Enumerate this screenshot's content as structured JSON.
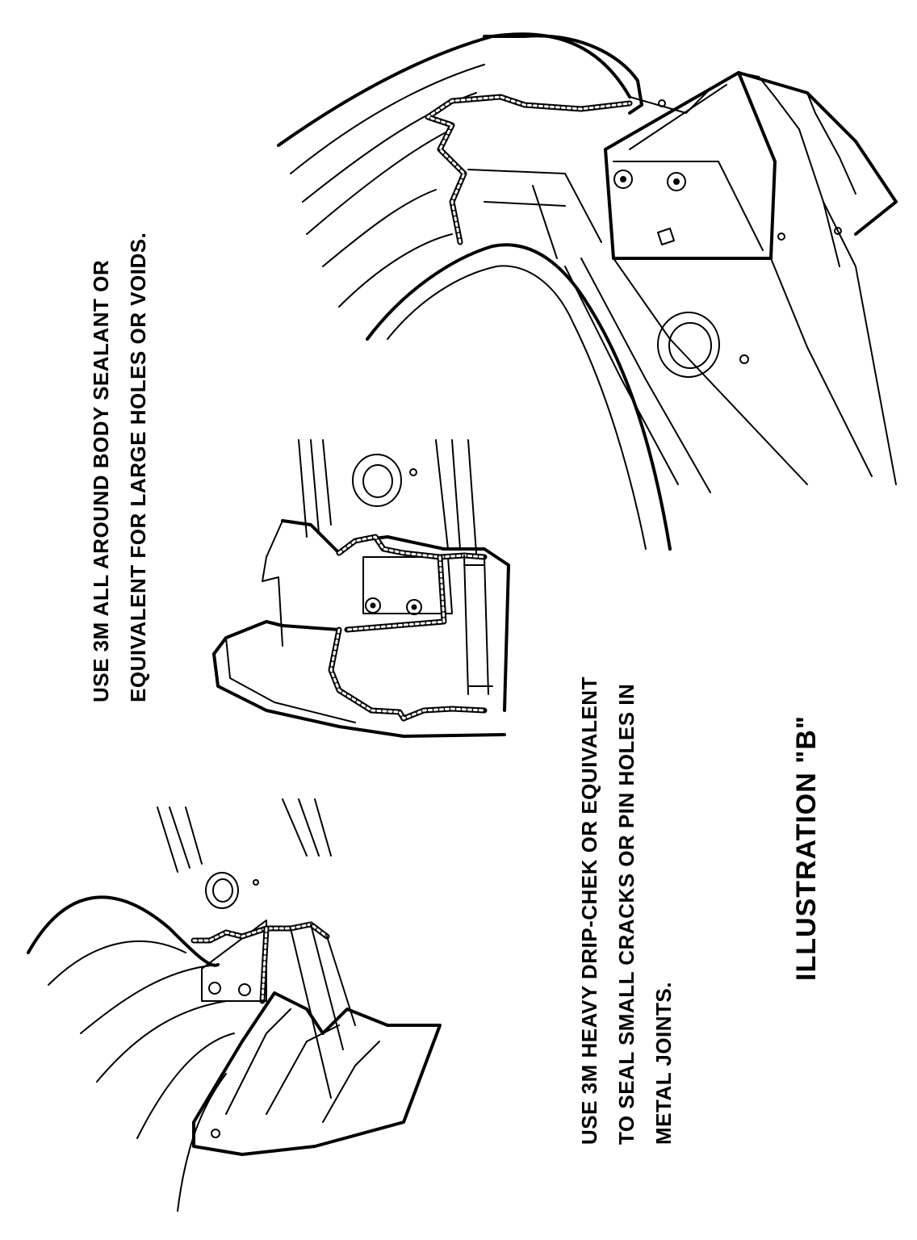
{
  "note_top": {
    "line1": "USE 3M ALL AROUND BODY SEALANT OR",
    "line2": "EQUIVALENT FOR LARGE HOLES OR VOIDS."
  },
  "note_bottom": {
    "line1": "USE 3M HEAVY DRIP-CHEK OR EQUIVALENT",
    "line2": "TO SEAL SMALL CRACKS OR PIN HOLES IN",
    "line3": "METAL JOINTS."
  },
  "caption": "ILLUSTRATION   \"B\""
}
